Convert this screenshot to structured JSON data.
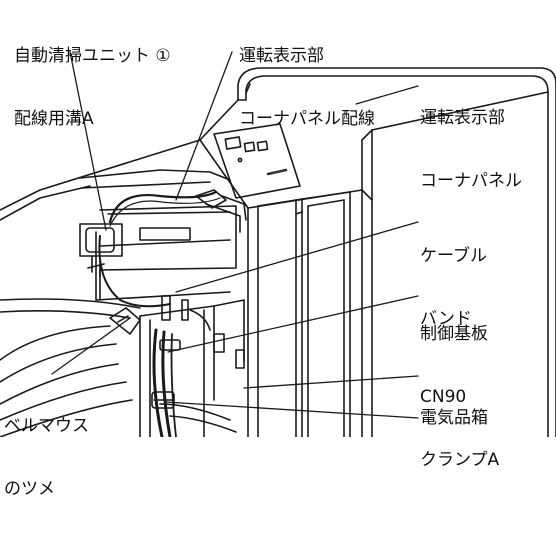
{
  "labels": {
    "auto_clean_unit": [
      "自動清掃ユニット ①",
      "配線用溝A"
    ],
    "display_panel_wiring": [
      "運転表示部",
      "コーナパネル配線"
    ],
    "display_corner_panel": [
      "運転表示部",
      "コーナパネル"
    ],
    "cable_band": [
      "ケーブル",
      "バンド"
    ],
    "control_board": [
      "制御基板",
      "CN90"
    ],
    "bellmouth_tab": [
      "ベルマウス",
      "のツメ"
    ],
    "electrical_box": [
      "電気品箱"
    ],
    "clamp_a": [
      "クランプA"
    ]
  },
  "colors": {
    "line": "#1a1a1a",
    "background": "#ffffff",
    "panel_dark": "#333333"
  }
}
